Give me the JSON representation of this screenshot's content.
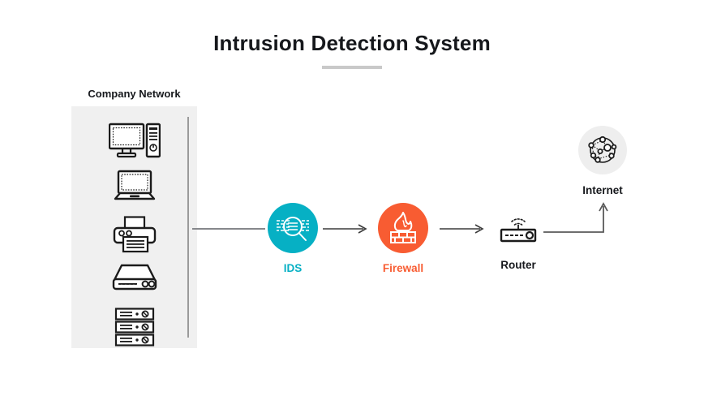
{
  "title": "Intrusion Detection System",
  "network": {
    "label": "Company Network",
    "devices": [
      {
        "name": "desktop-computer-icon"
      },
      {
        "name": "laptop-icon"
      },
      {
        "name": "printer-icon"
      },
      {
        "name": "modem-icon"
      },
      {
        "name": "server-rack-icon"
      }
    ]
  },
  "nodes": {
    "ids": {
      "label": "IDS",
      "icon": "magnifier-data-icon",
      "color": "#06b0c4"
    },
    "firewall": {
      "label": "Firewall",
      "icon": "flame-brickwall-icon",
      "color": "#f85c32"
    },
    "router": {
      "label": "Router",
      "icon": "router-wifi-icon",
      "color": "#16181c"
    },
    "internet": {
      "label": "Internet",
      "icon": "globe-network-icon",
      "color": "#16181c"
    }
  },
  "connectors": [
    {
      "name": "network-to-ids",
      "style": "line",
      "color": "#86888c"
    },
    {
      "name": "ids-to-firewall",
      "style": "arrow",
      "color": "#3c3c3c"
    },
    {
      "name": "firewall-to-router",
      "style": "arrow",
      "color": "#3c3c3c"
    },
    {
      "name": "router-to-internet",
      "style": "elbow-arrow",
      "color": "#5a5a5a"
    }
  ],
  "colors": {
    "accent_teal": "#06b0c4",
    "accent_orange": "#f85c32",
    "panel_gray": "#f0f0f0",
    "rule_gray": "#c9c9c9",
    "line_gray": "#86888c"
  }
}
